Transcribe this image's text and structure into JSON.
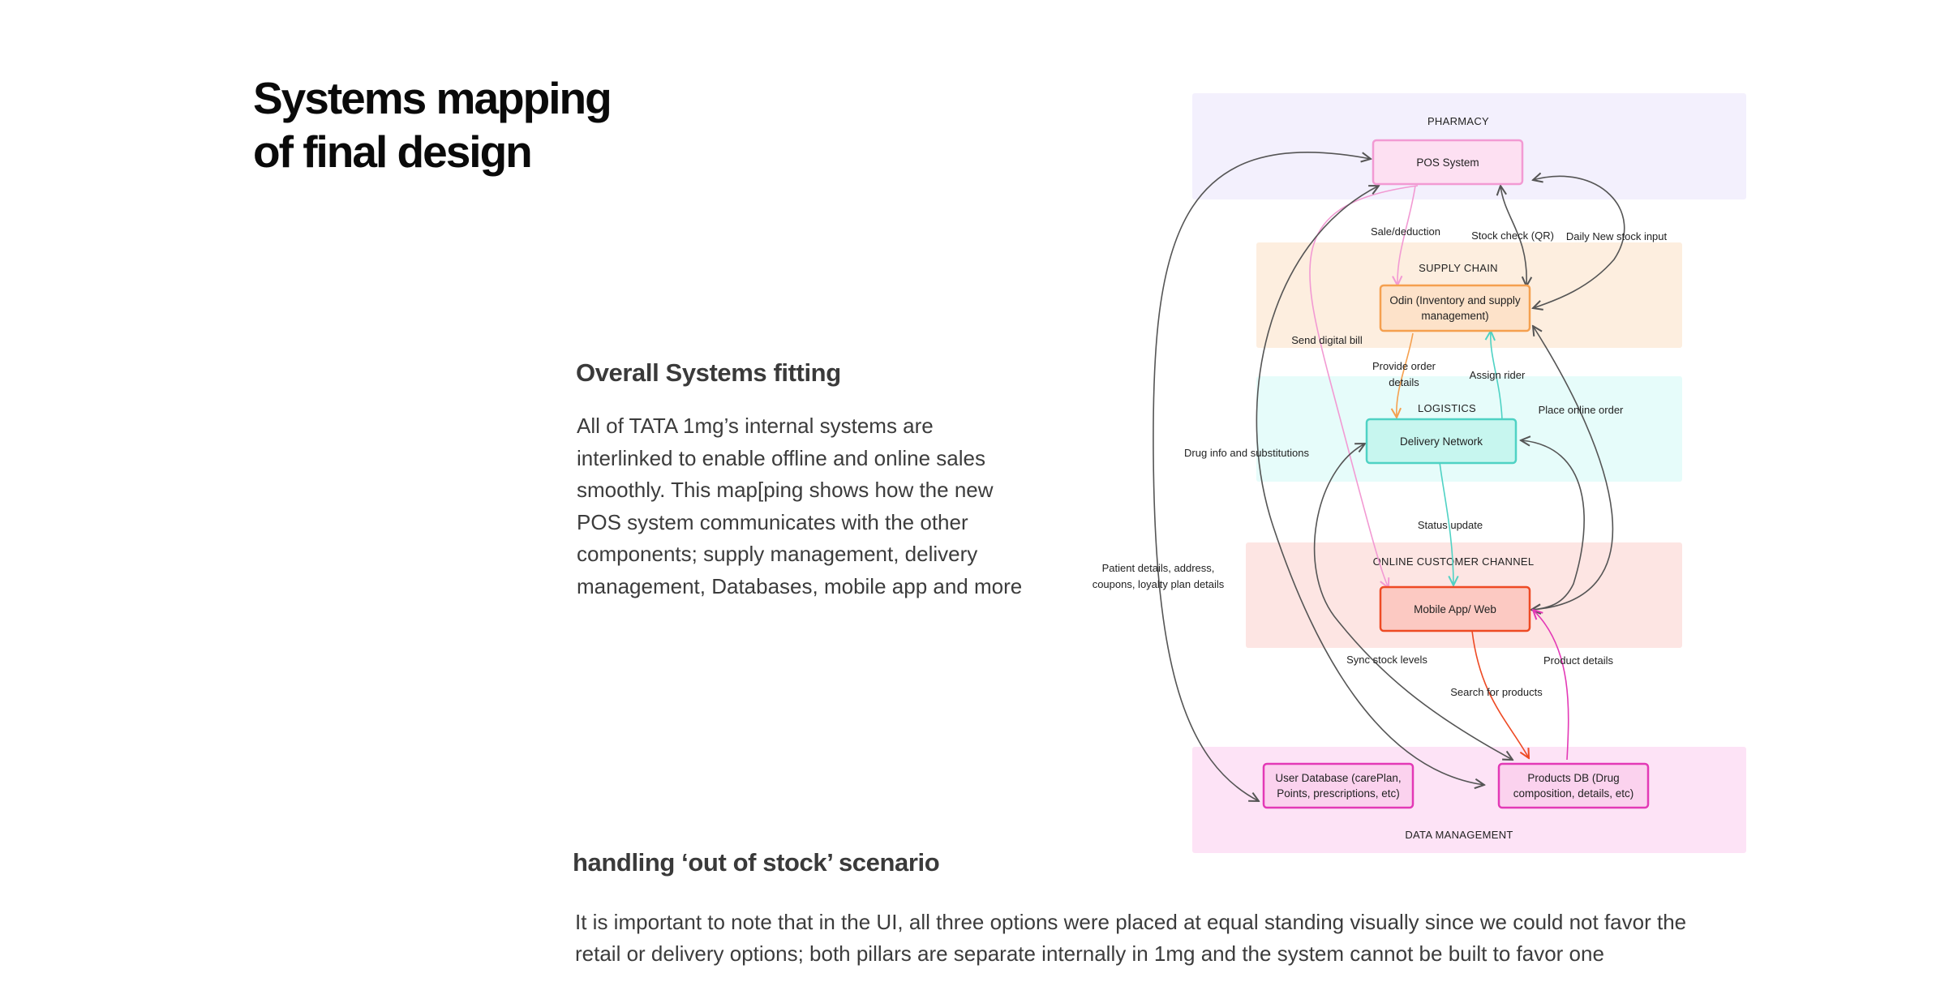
{
  "page": {
    "title_lines": [
      "Systems mapping",
      "of final design"
    ],
    "section1": {
      "heading": "Overall Systems fitting",
      "lines": [
        "All of TATA 1mg’s internal systems are",
        "interlinked to enable offline and online sales",
        "smoothly. This map[ping shows how the new",
        "POS system communicates with the other",
        "components; supply management, delivery",
        "management, Databases, mobile app and more"
      ]
    },
    "section2": {
      "heading": "handling ‘out of stock’ scenario",
      "lines": [
        "It is important to note that in the UI, all three options were placed at equal standing visually since we could not favor the",
        "retail or delivery options; both pillars are separate internally in 1mg and the system cannot be built to favor one"
      ]
    }
  },
  "diagram": {
    "zones": [
      {
        "id": "pharmacy",
        "label": "PHARMACY",
        "fill": "#f3f0fd"
      },
      {
        "id": "supply",
        "label": "SUPPLY CHAIN",
        "fill": "#fdeedf"
      },
      {
        "id": "logistics",
        "label": "LOGISTICS",
        "fill": "#e6fcfa"
      },
      {
        "id": "online",
        "label": "ONLINE CUSTOMER CHANNEL",
        "fill": "#fde5e3"
      },
      {
        "id": "data",
        "label": "DATA MANAGEMENT",
        "fill": "#fde3f6"
      }
    ],
    "nodes": [
      {
        "id": "pos",
        "lines": [
          "POS System"
        ],
        "fill": "#fde0f2",
        "stroke": "#f29ad3"
      },
      {
        "id": "odin",
        "lines": [
          "Odin (Inventory and supply",
          "management)"
        ],
        "fill": "#fde2c9",
        "stroke": "#f5a04f"
      },
      {
        "id": "delivery",
        "lines": [
          "Delivery Network"
        ],
        "fill": "#c7f6ef",
        "stroke": "#4fd2c4"
      },
      {
        "id": "mobile",
        "lines": [
          "Mobile App/ Web"
        ],
        "fill": "#fcc9c2",
        "stroke": "#ee4a24"
      },
      {
        "id": "userdb",
        "lines": [
          "User Database (carePlan,",
          "Points, prescriptions, etc)"
        ],
        "fill": "#fbd2ee",
        "stroke": "#e339b6"
      },
      {
        "id": "productsdb",
        "lines": [
          "Products DB (Drug",
          "composition, details, etc)"
        ],
        "fill": "#fbd2ee",
        "stroke": "#e339b6"
      }
    ],
    "edge_labels": [
      {
        "id": "sale",
        "lines": [
          "Sale/deduction"
        ]
      },
      {
        "id": "stockcheck",
        "lines": [
          "Stock check (QR)"
        ]
      },
      {
        "id": "dailystock",
        "lines": [
          "Daily New stock input"
        ]
      },
      {
        "id": "digitalbill",
        "lines": [
          "Send digital bill"
        ]
      },
      {
        "id": "provideorder",
        "lines": [
          "Provide order",
          "details"
        ]
      },
      {
        "id": "assignrider",
        "lines": [
          "Assign rider"
        ]
      },
      {
        "id": "onlineorder",
        "lines": [
          "Place online order"
        ]
      },
      {
        "id": "druginfo",
        "lines": [
          "Drug info and substitutions"
        ]
      },
      {
        "id": "statusupdate",
        "lines": [
          "Status update"
        ]
      },
      {
        "id": "patient",
        "lines": [
          "Patient details, address,",
          "coupons, loyalty plan details"
        ]
      },
      {
        "id": "syncstock",
        "lines": [
          "Sync stock levels"
        ]
      },
      {
        "id": "productdetails",
        "lines": [
          "Product details"
        ]
      },
      {
        "id": "search",
        "lines": [
          "Search for products"
        ]
      }
    ]
  }
}
